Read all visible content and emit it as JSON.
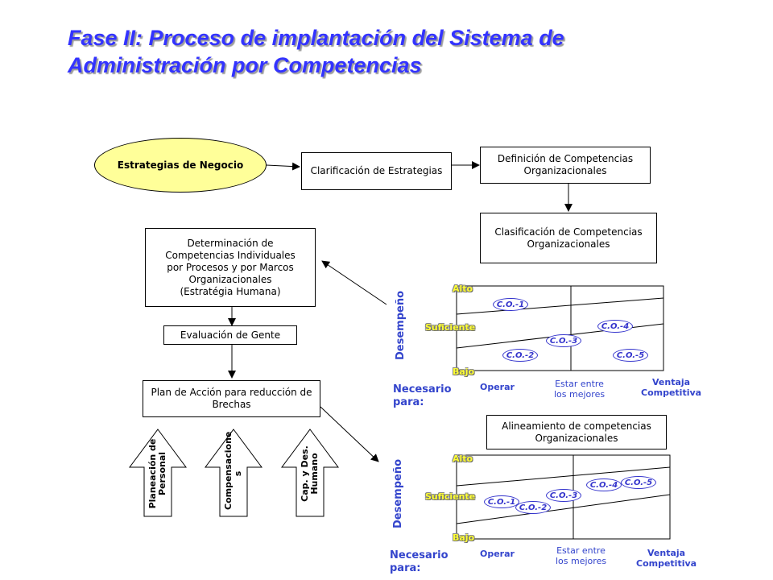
{
  "title": {
    "line1": "Fase II: Proceso de implantación del Sistema de",
    "line2": "Administración por Competencias"
  },
  "flow": {
    "estrategias": "Estrategias de Negocio",
    "clarificacion": "Clarificación de Estrategias",
    "definicion": "Definición de Competencias Organizacionales",
    "clasificacion": "Clasificación de Competencias Organizacionales",
    "determinacion_lines": [
      "Determinación de",
      "Competencias Individuales",
      "por Procesos y por Marcos",
      "Organizacionales",
      "(Estratégia Humana)"
    ],
    "evaluacion": "Evaluación de Gente",
    "plan": "Plan de Acción para reducción de Brechas",
    "alineamiento": "Alineamiento de competencias Organizacionales"
  },
  "arrows_up": [
    {
      "line1": "Planeación de",
      "line2": "Personal"
    },
    {
      "line1": "Compensacione",
      "line2": "s"
    },
    {
      "line1": "Cap. y Des.",
      "line2": "Humano"
    }
  ],
  "matrix": {
    "alto": "Alto",
    "suficiente": "Suficiente",
    "bajo": "Bajo",
    "desempeno": "Desempeño",
    "necesario_1": "Necesario",
    "necesario_2": "para:",
    "operar": "Operar",
    "estar_1": "Estar entre",
    "estar_2": "los mejores",
    "ventaja_1": "Ventaja",
    "ventaja_2": "Competitiva"
  },
  "matrix1_points": [
    "C.O.-1",
    "C.O.-2",
    "C.O.-3",
    "C.O.-4",
    "C.O.-5"
  ],
  "matrix2_points": [
    "C.O.-1",
    "C.O.-2",
    "C.O.-3",
    "C.O.-4",
    "C.O.-5"
  ]
}
